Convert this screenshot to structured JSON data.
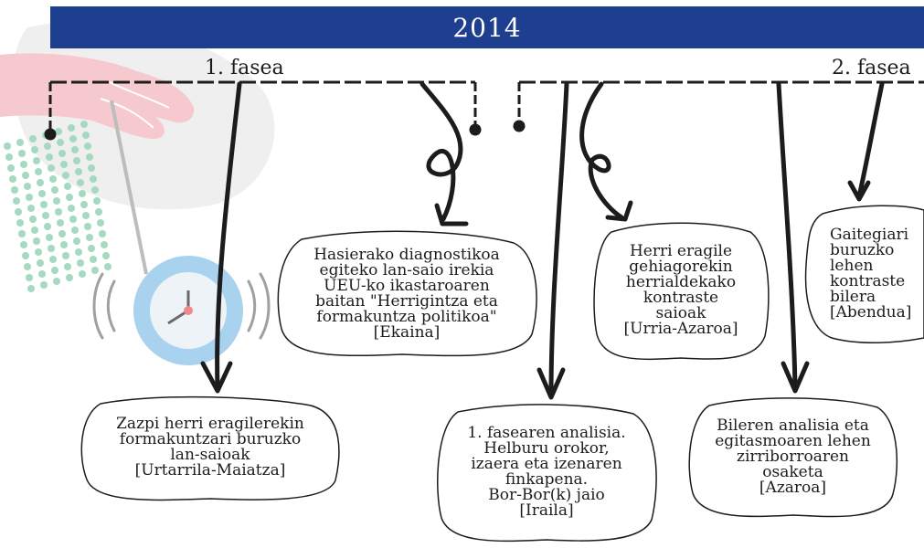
{
  "banner": {
    "year": "2014",
    "color": "#1e3e8f"
  },
  "phases": {
    "phase1": "1. fasea",
    "phase2": "2. fasea"
  },
  "colors": {
    "clock_face": "#a9d2ef",
    "clock_inner": "#eef3f8",
    "hand_pink": "#f6c9cf",
    "dots_green": "#a6d9c0",
    "ink": "#1c1c1c"
  },
  "events": [
    {
      "lines": [
        "Zazpi herri eragilerekin",
        "formakuntzari buruzko",
        "lan-saioak",
        "[Urtarrila-Maiatza]"
      ]
    },
    {
      "lines": [
        "Hasierako diagnostikoa",
        "egiteko lan-saio irekia",
        "UEU-ko ikastaroaren",
        "baitan \"Herrigintza eta",
        "formakuntza politikoa\"",
        "[Ekaina]"
      ]
    },
    {
      "lines": [
        "1. fasearen analisia.",
        "Helburu orokor,",
        "izaera eta izenaren",
        "finkapena.",
        "Bor-Bor(k) jaio",
        "[Iraila]"
      ]
    },
    {
      "lines": [
        "Herri eragile",
        "gehiagorekin",
        "herrialdekako",
        "kontraste",
        "saioak",
        "[Urria-Azaroa]"
      ]
    },
    {
      "lines": [
        "Bileren analisia eta",
        "egitasmoaren lehen",
        "zirriborroaren",
        "osaketa",
        "[Azaroa]"
      ]
    },
    {
      "lines": [
        "Gaitegiari",
        "buruzko",
        "lehen",
        "kontraste",
        "bilera",
        "[Abendua]"
      ]
    }
  ]
}
